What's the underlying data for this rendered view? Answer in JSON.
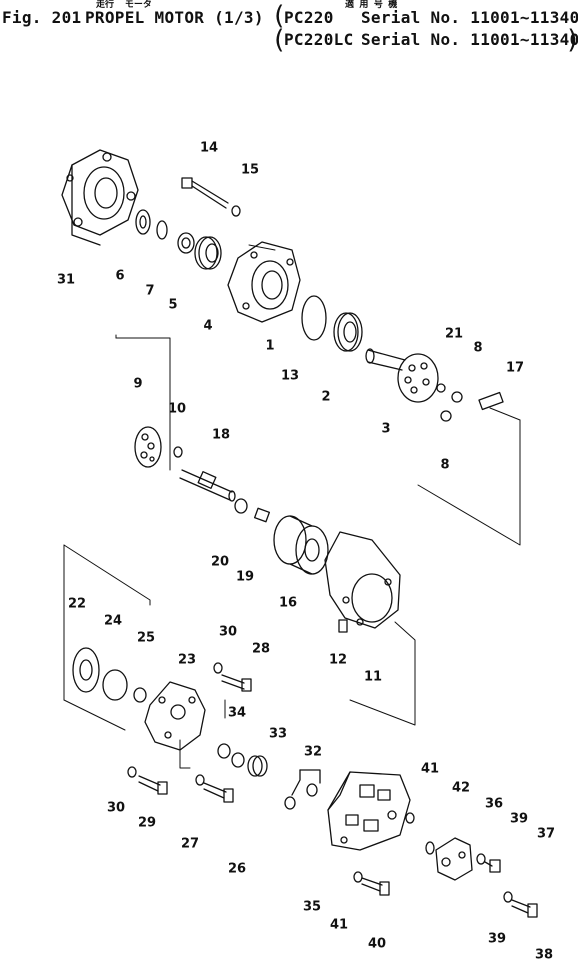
{
  "header": {
    "fig": "Fig. 201",
    "title": "PROPEL MOTOR (1/3)",
    "title_jp": "走行  モータ",
    "applicability_jp": "適 用 号 機",
    "serials": [
      {
        "model": "PC220",
        "range": "Serial No. 11001~11340"
      },
      {
        "model": "PC220LC",
        "range": "Serial No. 11001~11340"
      }
    ]
  },
  "parts": [
    {
      "id": "p1",
      "no": "1"
    },
    {
      "id": "p2",
      "no": "2"
    },
    {
      "id": "p3",
      "no": "3"
    },
    {
      "id": "p4",
      "no": "4"
    },
    {
      "id": "p5",
      "no": "5"
    },
    {
      "id": "p6",
      "no": "6"
    },
    {
      "id": "p7",
      "no": "7"
    },
    {
      "id": "p8a",
      "no": "8"
    },
    {
      "id": "p8b",
      "no": "8"
    },
    {
      "id": "p9",
      "no": "9"
    },
    {
      "id": "p10",
      "no": "10"
    },
    {
      "id": "p11",
      "no": "11"
    },
    {
      "id": "p12",
      "no": "12"
    },
    {
      "id": "p13",
      "no": "13"
    },
    {
      "id": "p14",
      "no": "14"
    },
    {
      "id": "p15",
      "no": "15"
    },
    {
      "id": "p16",
      "no": "16"
    },
    {
      "id": "p17",
      "no": "17"
    },
    {
      "id": "p18",
      "no": "18"
    },
    {
      "id": "p19",
      "no": "19"
    },
    {
      "id": "p20",
      "no": "20"
    },
    {
      "id": "p21",
      "no": "21"
    },
    {
      "id": "p22",
      "no": "22"
    },
    {
      "id": "p23",
      "no": "23"
    },
    {
      "id": "p24",
      "no": "24"
    },
    {
      "id": "p25",
      "no": "25"
    },
    {
      "id": "p26",
      "no": "26"
    },
    {
      "id": "p27",
      "no": "27"
    },
    {
      "id": "p28",
      "no": "28"
    },
    {
      "id": "p29",
      "no": "29"
    },
    {
      "id": "p30a",
      "no": "30"
    },
    {
      "id": "p30b",
      "no": "30"
    },
    {
      "id": "p31",
      "no": "31"
    },
    {
      "id": "p32",
      "no": "32"
    },
    {
      "id": "p33",
      "no": "33"
    },
    {
      "id": "p34",
      "no": "34"
    },
    {
      "id": "p35",
      "no": "35"
    },
    {
      "id": "p36",
      "no": "36"
    },
    {
      "id": "p37",
      "no": "37"
    },
    {
      "id": "p38",
      "no": "38"
    },
    {
      "id": "p39a",
      "no": "39"
    },
    {
      "id": "p39b",
      "no": "39"
    },
    {
      "id": "p40",
      "no": "40"
    },
    {
      "id": "p41a",
      "no": "41"
    },
    {
      "id": "p41b",
      "no": "41"
    },
    {
      "id": "p42",
      "no": "42"
    }
  ]
}
